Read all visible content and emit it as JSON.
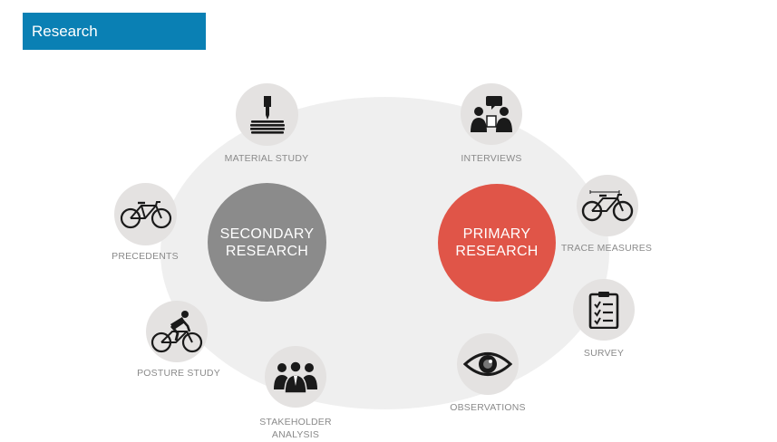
{
  "header": {
    "title": "Research"
  },
  "hubs": {
    "secondary": {
      "line1": "SECONDARY",
      "line2": "RESEARCH"
    },
    "primary": {
      "line1": "PRIMARY",
      "line2": "RESEARCH"
    }
  },
  "nodes": {
    "material_study": {
      "label": "MATERIAL STUDY",
      "icon": "3d-printer-icon"
    },
    "precedents": {
      "label": "PRECEDENTS",
      "icon": "bicycle-icon"
    },
    "posture_study": {
      "label": "POSTURE STUDY",
      "icon": "cyclist-icon"
    },
    "stakeholder_analysis": {
      "line1": "STAKEHOLDER",
      "line2": "ANALYSIS",
      "icon": "people-group-icon"
    },
    "interviews": {
      "label": "INTERVIEWS",
      "icon": "interview-icon"
    },
    "trace_measures": {
      "label": "TRACE MEASURES",
      "icon": "bicycle-measure-icon"
    },
    "survey": {
      "label": "SURVEY",
      "icon": "clipboard-checklist-icon"
    },
    "observations": {
      "label": "OBSERVATIONS",
      "icon": "eye-icon"
    }
  },
  "colors": {
    "title_bar": "#0a80b4",
    "secondary_hub": "#8b8b8b",
    "primary_hub": "#e05548",
    "node_bg": "#e4e2e1",
    "ellipse_bg": "#efefef",
    "label_text": "#8a8a8a"
  }
}
